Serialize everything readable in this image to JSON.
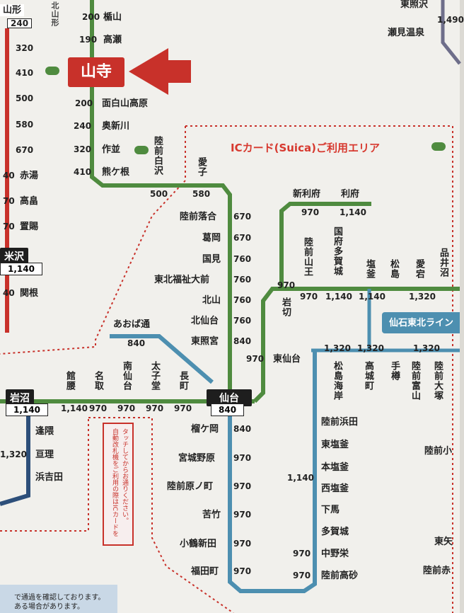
{
  "map": {
    "ic_area_title": "ICカード(Suica)ご利用エリア",
    "notice_lines": [
      "自動改札機をご利用の際はICカードを",
      "タッチしてからお通りください。"
    ],
    "bottom_note": [
      "で通過を確認しております。",
      "ある場合があります。"
    ],
    "left_line": {
      "top_fare": "240",
      "top_label": "山形",
      "fares": [
        "320",
        "410",
        "500",
        "580",
        "670"
      ],
      "stations": [
        "赤湯",
        "高畠",
        "置賜"
      ],
      "stations_fares": [
        "40",
        "70",
        "70"
      ],
      "yonezawa": "米沢",
      "yonezawa_fare": "1,140",
      "sekine": "関根",
      "sekine_fare": "40"
    },
    "senzan_line": {
      "top": [
        {
          "fare": "200",
          "name": "楯山"
        },
        {
          "fare": "190",
          "name": "高瀬"
        }
      ],
      "top_extra": "北山形",
      "yamadera": "山寺",
      "stations": [
        {
          "fare": "200",
          "name": "面白山高原"
        },
        {
          "fare": "240",
          "name": "奥新川"
        },
        {
          "fare": "320",
          "name": "作並"
        },
        {
          "fare": "410",
          "name": "熊ケ根"
        }
      ],
      "vertical_stations": [
        {
          "name": "陸前白沢",
          "fare": "500"
        },
        {
          "name": "愛子",
          "fare": "580"
        }
      ],
      "down_stations": [
        {
          "name": "陸前落合",
          "fare": "670"
        },
        {
          "name": "葛岡",
          "fare": "670"
        },
        {
          "name": "国見",
          "fare": "760"
        },
        {
          "name": "東北福祉大前",
          "fare": "760"
        },
        {
          "name": "北山",
          "fare": "760"
        },
        {
          "name": "北仙台",
          "fare": "760"
        },
        {
          "name": "東照宮",
          "fare": "840"
        }
      ]
    },
    "aoba": {
      "name": "あおば通",
      "fare": "840"
    },
    "sendai": {
      "name": "仙台",
      "fare": "840"
    },
    "tohoku_south": {
      "iwanuma": "岩沼",
      "iwanuma_fare": "1,140",
      "stations": [
        {
          "name": "館腰",
          "fare": "1,140"
        },
        {
          "name": "名取",
          "fare": "970"
        },
        {
          "name": "南仙台",
          "fare": "970"
        },
        {
          "name": "太子堂",
          "fare": "970"
        },
        {
          "name": "長町",
          "fare": "970"
        }
      ]
    },
    "joban": {
      "stations": [
        "逢隈",
        "亘理",
        "浜吉田"
      ],
      "fare": "1,320"
    },
    "tohoku_north": {
      "higashi_sendai": {
        "name": "東仙台",
        "fare": "970"
      },
      "iwakiri": {
        "name": "岩切",
        "fare": "970"
      },
      "rifu_branch": [
        {
          "name": "新利府",
          "fare": "970"
        },
        {
          "name": "利府",
          "fare": "1,140"
        }
      ],
      "stations": [
        {
          "name": "陸前山王",
          "fare": "970"
        },
        {
          "name": "国府多賀城",
          "fare": "1,140"
        },
        {
          "name": "塩釜",
          "fare": "1,140"
        },
        {
          "name": "松島",
          "fare": ""
        },
        {
          "name": "愛宕",
          "fare": "1,320"
        },
        {
          "name": "品井沼",
          "fare": ""
        }
      ]
    },
    "senseki": {
      "tohoku_line_label": "仙石東北ライン",
      "stations": [
        {
          "name": "松島海岸",
          "fare": "1,320"
        },
        {
          "name": "高城町",
          "fare": "1,320"
        },
        {
          "name": "手樽",
          "fare": ""
        },
        {
          "name": "陸前富山",
          "fare": ""
        },
        {
          "name": "陸前大塚",
          "fare": "1,320"
        }
      ],
      "down_stations": [
        {
          "name": "陸前浜田",
          "fare": ""
        },
        {
          "name": "東塩釜",
          "fare": ""
        },
        {
          "name": "本塩釜",
          "fare": ""
        },
        {
          "name": "西塩釜",
          "fare": "1,140"
        },
        {
          "name": "下馬",
          "fare": ""
        },
        {
          "name": "多賀城",
          "fare": ""
        },
        {
          "name": "中野栄",
          "fare": "970"
        },
        {
          "name": "陸前高砂",
          "fare": "970"
        }
      ],
      "right_edge": [
        "陸前小",
        "陸前赤",
        "東矢"
      ]
    },
    "airport": {
      "stations": [
        {
          "name": "榴ケ岡",
          "fare": "840"
        },
        {
          "name": "宮城野原",
          "fare": "970"
        },
        {
          "name": "陸前原ノ町",
          "fare": "970"
        },
        {
          "name": "苦竹",
          "fare": "970"
        },
        {
          "name": "小鶴新田",
          "fare": "970"
        },
        {
          "name": "福田町",
          "fare": "970"
        }
      ]
    },
    "top_right": {
      "fare": "1,490",
      "stations": [
        "東照沢",
        "瀬見温泉"
      ]
    }
  },
  "colors": {
    "green_line": "#4f8b3f",
    "blue_line": "#4d8fb0",
    "red_line": "#c8312a",
    "dark_blue": "#2d4f7a",
    "gray_line": "#7a7a7a"
  }
}
